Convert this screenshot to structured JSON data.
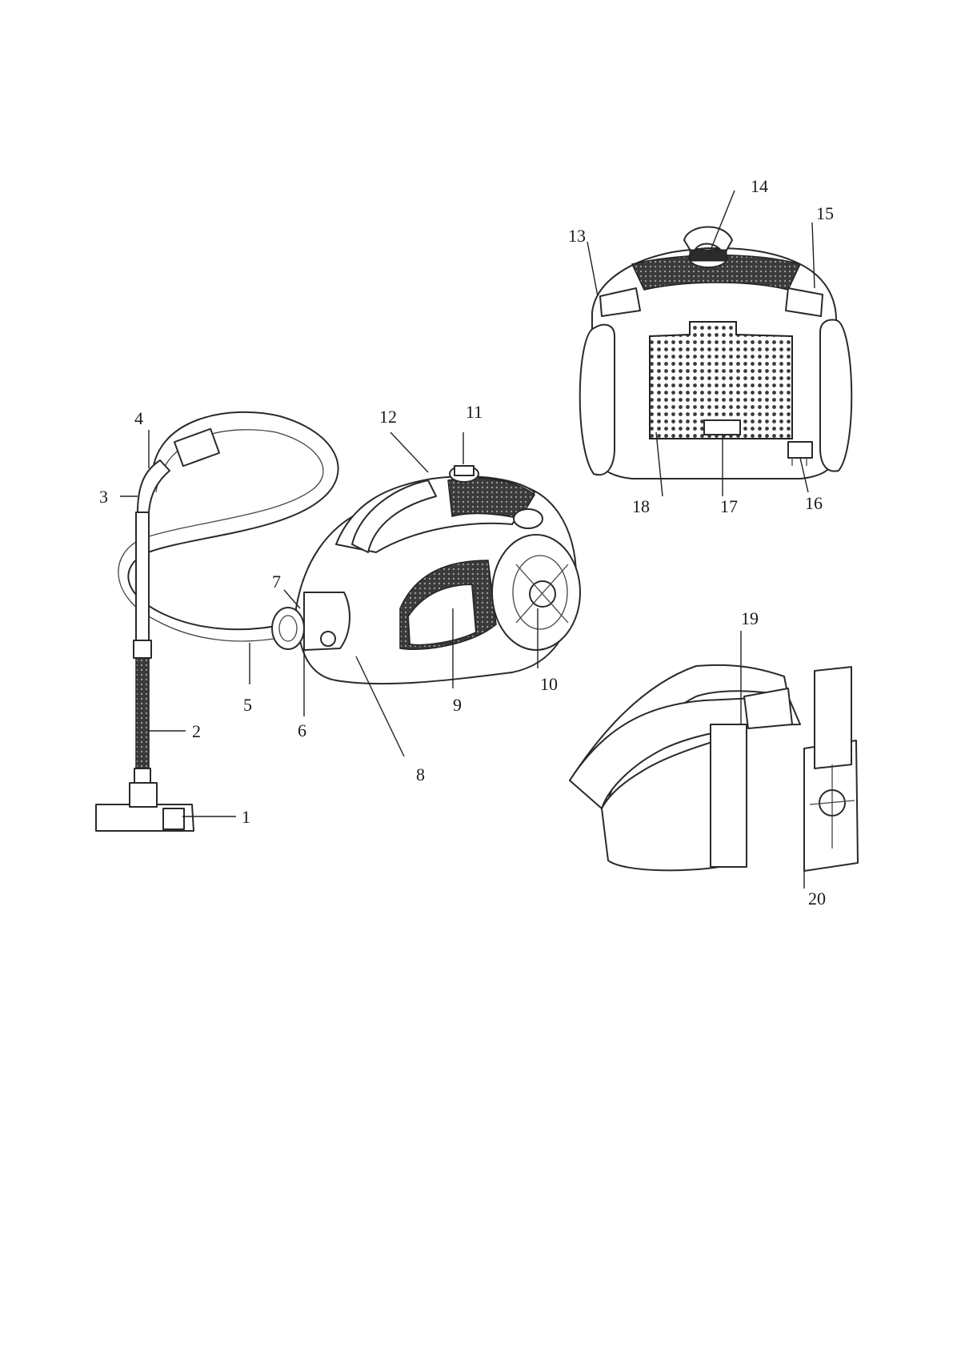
{
  "labels": {
    "l1": "1",
    "l2": "2",
    "l3": "3",
    "l4": "4",
    "l5": "5",
    "l6": "6",
    "l7": "7",
    "l8": "8",
    "l9": "9",
    "l10": "10",
    "l11": "11",
    "l12": "12",
    "l13": "13",
    "l14": "14",
    "l15": "15",
    "l16": "16",
    "l17": "17",
    "l18": "18",
    "l19": "19",
    "l20": "20"
  },
  "colors": {
    "line": "#2a2a2a",
    "fill": "#ffffff",
    "dark": "#2b2b2b"
  }
}
